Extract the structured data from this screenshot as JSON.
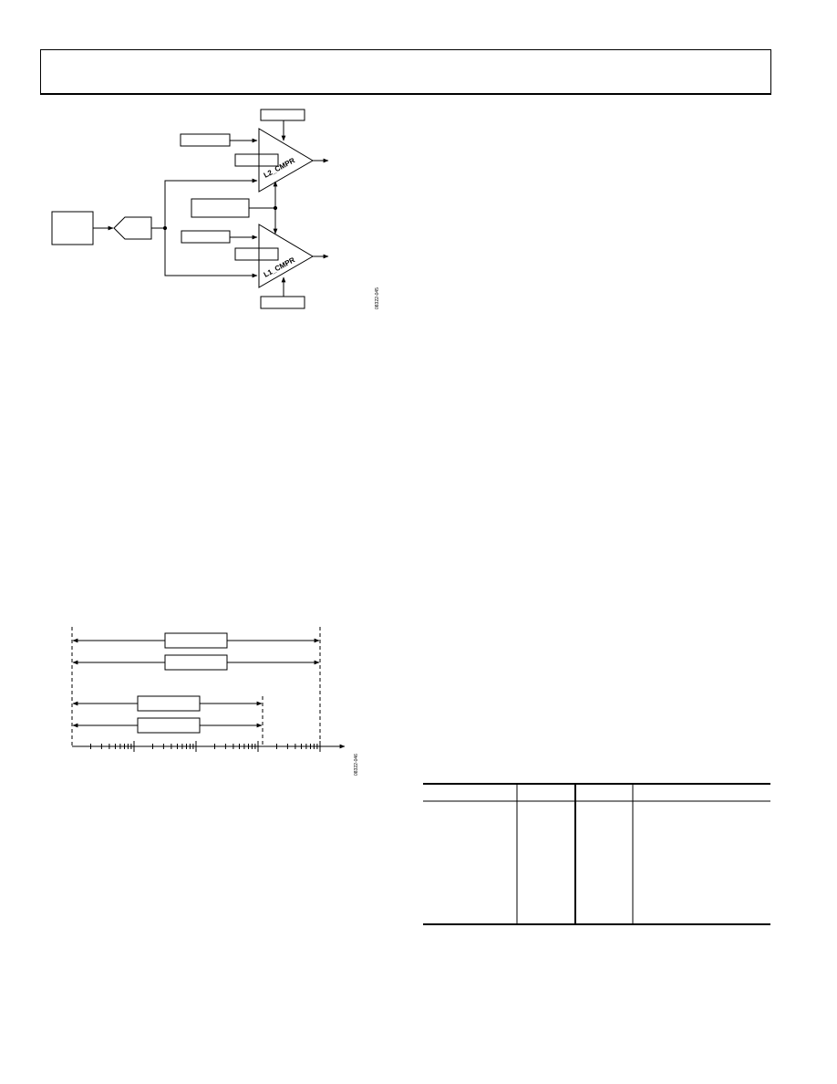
{
  "figure_top": {
    "comparator_upper_label": "L2_CMPR",
    "comparator_lower_label": "L1_CMPR",
    "figure_code": "08322-045"
  },
  "figure_bottom": {
    "figure_code": "08322-046"
  },
  "table": {
    "columns": 4
  }
}
